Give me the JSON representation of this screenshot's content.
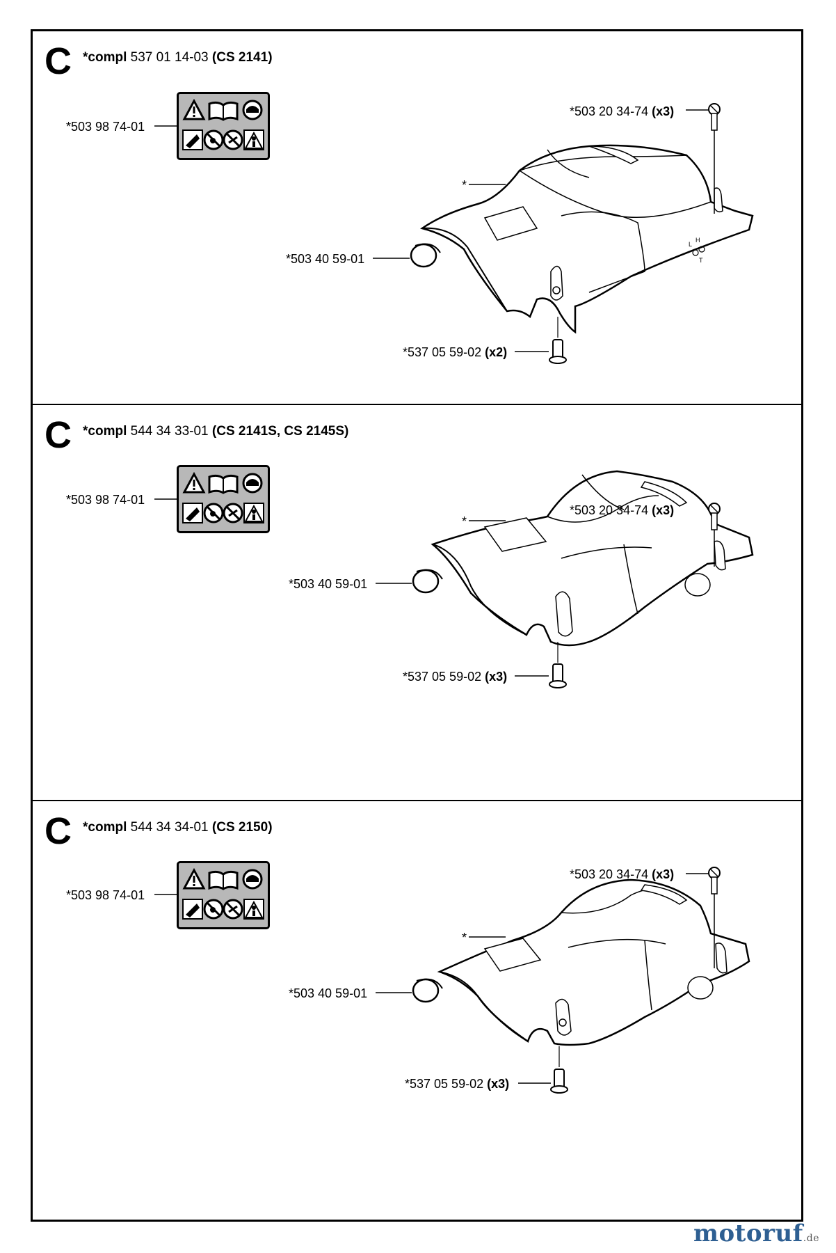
{
  "panels": [
    {
      "letter": "C",
      "compl_label": "*compl",
      "part_number": "537 01 14-03",
      "models": "(CS 2141)",
      "parts": {
        "decal": "*503 98 74-01",
        "screw": {
          "number": "*503 20 34-74",
          "qty": "(x3)"
        },
        "cover": "*",
        "plug": "*503 40 59-01",
        "sleeve": {
          "number": "*537 05 59-02",
          "qty": "(x2)"
        }
      }
    },
    {
      "letter": "C",
      "compl_label": "*compl",
      "part_number": "544 34 33-01",
      "models": "(CS 2141S, CS 2145S)",
      "parts": {
        "decal": "*503 98 74-01",
        "screw": {
          "number": "*503 20 34-74",
          "qty": "(x3)"
        },
        "cover": "*",
        "plug": "*503 40 59-01",
        "sleeve": {
          "number": "*537 05 59-02",
          "qty": "(x3)"
        }
      }
    },
    {
      "letter": "C",
      "compl_label": "*compl",
      "part_number": "544 34 34-01",
      "models": "(CS 2150)",
      "parts": {
        "decal": "*503 98 74-01",
        "screw": {
          "number": "*503 20 34-74",
          "qty": "(x3)"
        },
        "cover": "*",
        "plug": "*503 40 59-01",
        "sleeve": {
          "number": "*537 05 59-02",
          "qty": "(x3)"
        }
      }
    }
  ],
  "adjust_marks": {
    "l": "L",
    "h": "H",
    "t": "T"
  },
  "watermark": {
    "main": "motoruf",
    "tld": ".de"
  },
  "icons": [
    "warning-icon",
    "manual-icon",
    "protective-gear-icon",
    "kickback-icon",
    "no-one-hand-icon",
    "two-hand-grip-icon",
    "bystander-icon"
  ]
}
